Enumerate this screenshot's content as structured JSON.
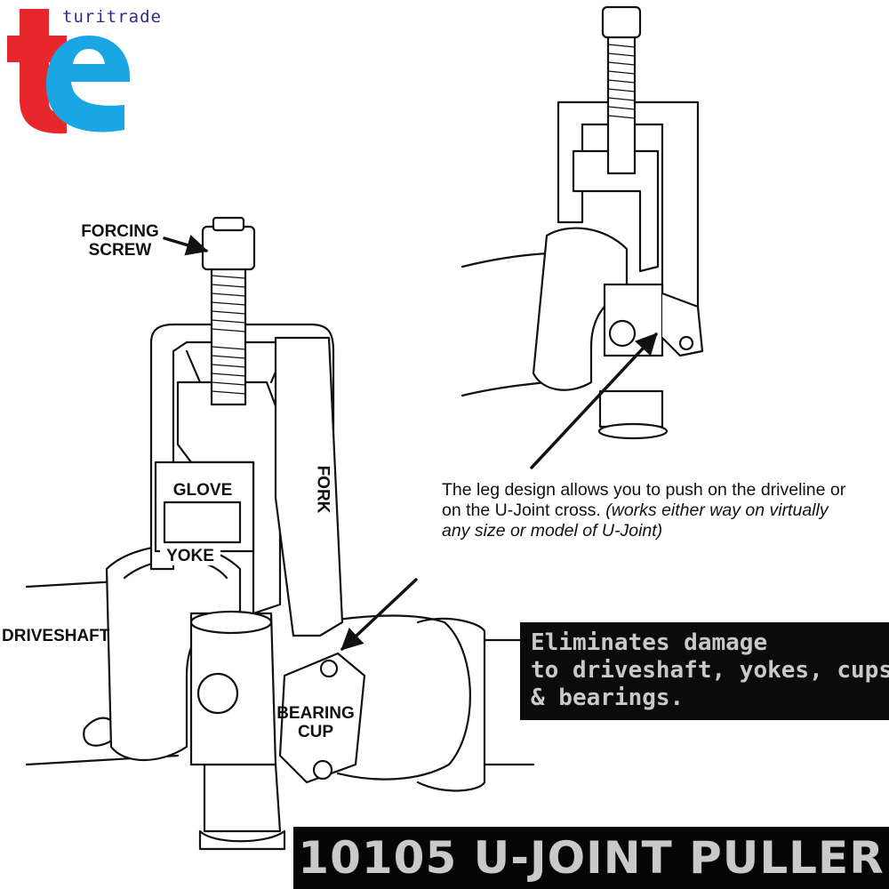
{
  "brand": {
    "name": "turitrade",
    "logo_letters": "te",
    "colors": {
      "red": "#e8272d",
      "blue": "#1aa6e4",
      "navy": "#2a2f8f"
    }
  },
  "labels": {
    "forcing_screw_1": "FORCING",
    "forcing_screw_2": "SCREW",
    "glove": "GLOVE",
    "yoke": "YOKE",
    "fork": "FORK",
    "driveshaft": "DRIVESHAFT",
    "bearing_cup_1": "BEARING",
    "bearing_cup_2": "CUP"
  },
  "description": {
    "text": "The leg design allows you to push on the driveline or on the U-Joint cross.",
    "italic": "(works either way on virtually any size or model of U-Joint)"
  },
  "callout": {
    "line1": "Eliminates damage",
    "line2": "to driveshaft, yokes, cups",
    "line3": "& bearings."
  },
  "title": "10105 U-JOINT PULLER"
}
